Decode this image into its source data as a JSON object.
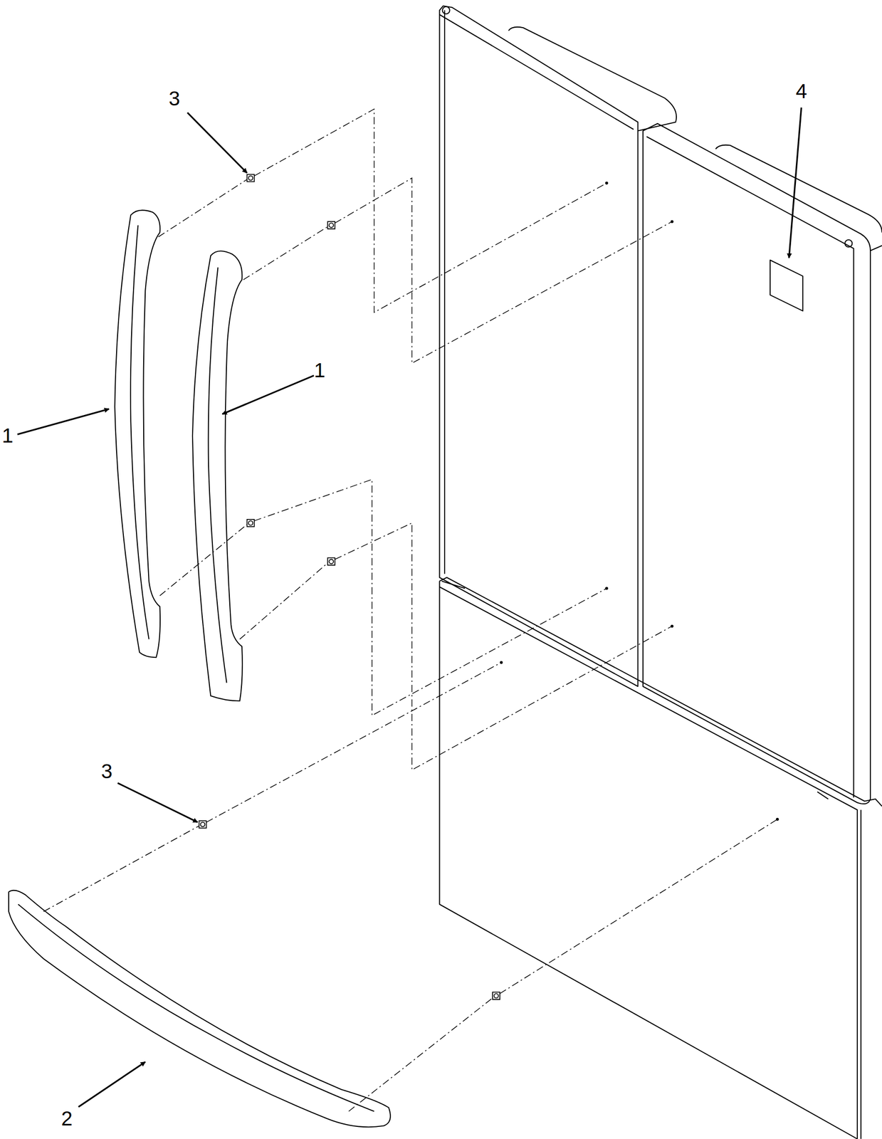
{
  "diagram": {
    "labels": [
      "3",
      "1",
      "1",
      "4",
      "3",
      "2"
    ]
  }
}
